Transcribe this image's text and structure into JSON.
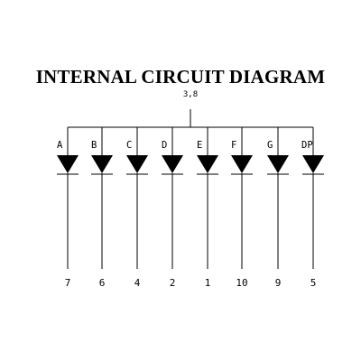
{
  "title": "INTERNAL CIRCUIT DIAGRAM",
  "common_pin_label": "3,8",
  "segments": [
    {
      "label": "A",
      "pin": "7"
    },
    {
      "label": "B",
      "pin": "6"
    },
    {
      "label": "C",
      "pin": "4"
    },
    {
      "label": "D",
      "pin": "2"
    },
    {
      "label": "E",
      "pin": "1"
    },
    {
      "label": "F",
      "pin": "10"
    },
    {
      "label": "G",
      "pin": "9"
    },
    {
      "label": "DP",
      "pin": "5"
    }
  ],
  "colors": {
    "line": "#000000",
    "background": "#ffffff"
  },
  "diode_symbol": "diode-icon"
}
